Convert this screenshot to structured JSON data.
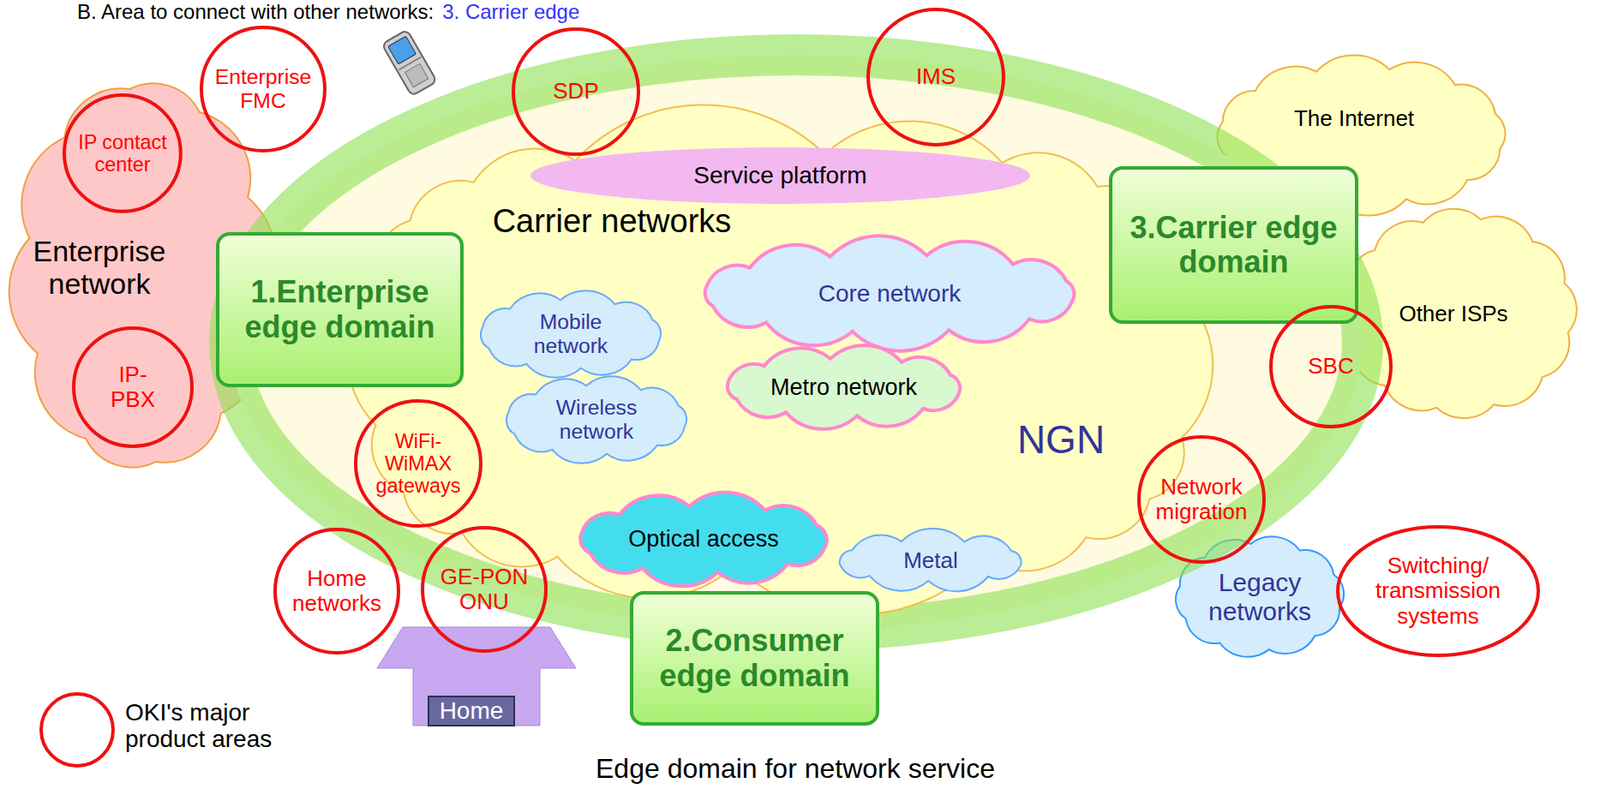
{
  "diagram": {
    "nodes": [
      {
        "text": [
          "Enterprise network"
        ]
      },
      {
        "text": [
          "IP contact center"
        ],
        "in": 0
      },
      {
        "text": [
          "Enterprise FMC"
        ]
      },
      {
        "text": [
          "IP-PBX"
        ],
        "in": 0
      },
      {
        "text": [
          "Edge domain for network service"
        ]
      },
      {
        "text": [
          "Carrier networks",
          "NGN"
        ],
        "in": 4
      },
      {
        "text": [
          "Service platform"
        ],
        "in": 5
      },
      {
        "text": [
          "SDP"
        ]
      },
      {
        "text": [
          "IMS"
        ]
      },
      {
        "text": [
          "Core network"
        ],
        "in": 5
      },
      {
        "text": [
          "Mobile network"
        ],
        "in": 5
      },
      {
        "text": [
          "Wireless network"
        ],
        "in": 5
      },
      {
        "text": [
          "Metro network"
        ],
        "in": 5
      },
      {
        "text": [
          "Optical access"
        ],
        "in": 5
      },
      {
        "text": [
          "Metal"
        ],
        "in": 5
      },
      {
        "text": [
          "1.Enterprise edge domain"
        ],
        "in": 4
      },
      {
        "text": [
          "2.Consumer edge domain"
        ],
        "in": 4
      },
      {
        "text": [
          "3.Carrier edge domain"
        ],
        "in": 4
      },
      {
        "text": [
          "WiFi-WiMAX gateways"
        ]
      },
      {
        "text": [
          "Home networks"
        ]
      },
      {
        "text": [
          "GE-PON ONU"
        ]
      },
      {
        "text": [
          "Home"
        ]
      },
      {
        "text": [
          "The Internet"
        ]
      },
      {
        "text": [
          "Other ISPs"
        ]
      },
      {
        "text": [
          "SBC"
        ]
      },
      {
        "text": [
          "Network migration"
        ]
      },
      {
        "text": [
          "Legacy networks"
        ]
      },
      {
        "text": [
          "Switching/ transmission systems"
        ]
      }
    ],
    "labels": [
      "B. Area to connect with other networks:",
      "3. Carrier edge"
    ],
    "legend": [
      {
        "text": "OKI's major product areas"
      }
    ]
  }
}
